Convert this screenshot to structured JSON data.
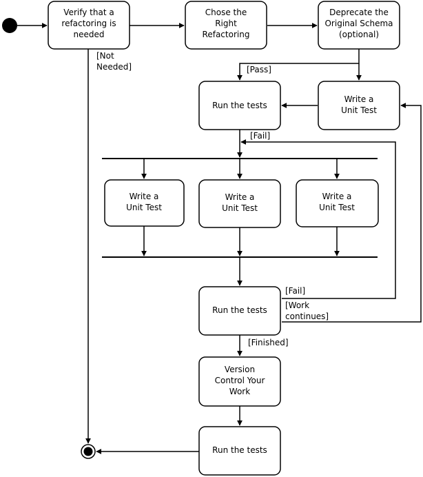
{
  "nodes": {
    "verify": [
      "Verify that a",
      "refactoring is",
      "needed"
    ],
    "chose": [
      "Chose the",
      "Right",
      "Refactoring"
    ],
    "deprecate": [
      "Deprecate the",
      "Original Schema",
      "(optional)"
    ],
    "run_tests_1": [
      "Run the tests"
    ],
    "write_test_top": [
      "Write a",
      "Unit Test"
    ],
    "write_test_left": [
      "Write a",
      "Unit Test"
    ],
    "write_test_mid": [
      "Write a",
      "Unit Test"
    ],
    "write_test_right": [
      "Write a",
      "Unit Test"
    ],
    "run_tests_2": [
      "Run the tests"
    ],
    "version_control": [
      "Version",
      "Control Your",
      "Work"
    ],
    "run_tests_3": [
      "Run the tests"
    ]
  },
  "guards": {
    "not_needed": [
      "[Not",
      "Needed]"
    ],
    "pass": [
      "[Pass]"
    ],
    "fail_top": [
      "[Fail]"
    ],
    "fail_bottom": [
      "[Fail]"
    ],
    "work_continues": [
      "[Work",
      "continues]"
    ],
    "finished": [
      "[Finished]"
    ]
  },
  "colors": {
    "stroke": "#000000",
    "fill": "#ffffff"
  }
}
